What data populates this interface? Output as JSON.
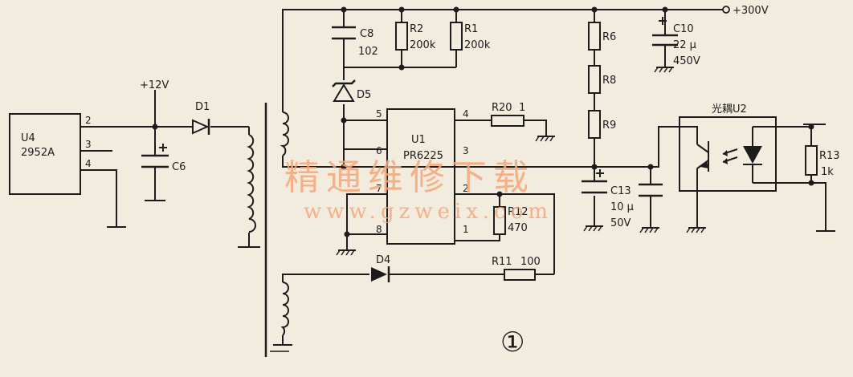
{
  "diagram": {
    "figure_number": "①",
    "watermark": {
      "cn": "精通维修下载",
      "url": "www.gzweix.com"
    },
    "colors": {
      "ink": "#1c1c1c",
      "paper": "#f2ecdf",
      "watermark": "#f4a77c"
    },
    "rails": {
      "supply": "+300V",
      "aux": "+12V"
    },
    "u4": {
      "ref": "U4",
      "part": "2952A",
      "pins": [
        "2",
        "3",
        "4"
      ]
    },
    "u1": {
      "ref": "U1",
      "part": "PR6225",
      "pins": [
        "5",
        "6",
        "7",
        "8",
        "4",
        "3",
        "2",
        "1"
      ]
    },
    "u2": {
      "label": "光耦U2"
    },
    "components": {
      "c6": "C6",
      "c8": {
        "ref": "C8",
        "value": "102"
      },
      "r2": {
        "ref": "R2",
        "value": "200k"
      },
      "r1": {
        "ref": "R1",
        "value": "200k"
      },
      "d1": "D1",
      "d4": "D4",
      "d5": "D5",
      "r6": "R6",
      "r8": "R8",
      "r9": "R9",
      "c10": {
        "ref": "C10",
        "value": "22 μ",
        "voltage": "450V"
      },
      "c13": {
        "ref": "C13",
        "value": "10 μ",
        "voltage": "50V"
      },
      "r20": {
        "ref": "R20",
        "value": "1"
      },
      "r12": {
        "ref": "R12",
        "value": "470"
      },
      "r11": {
        "ref": "R11",
        "value": "100"
      },
      "r13": {
        "ref": "R13",
        "value": "1k"
      }
    }
  }
}
